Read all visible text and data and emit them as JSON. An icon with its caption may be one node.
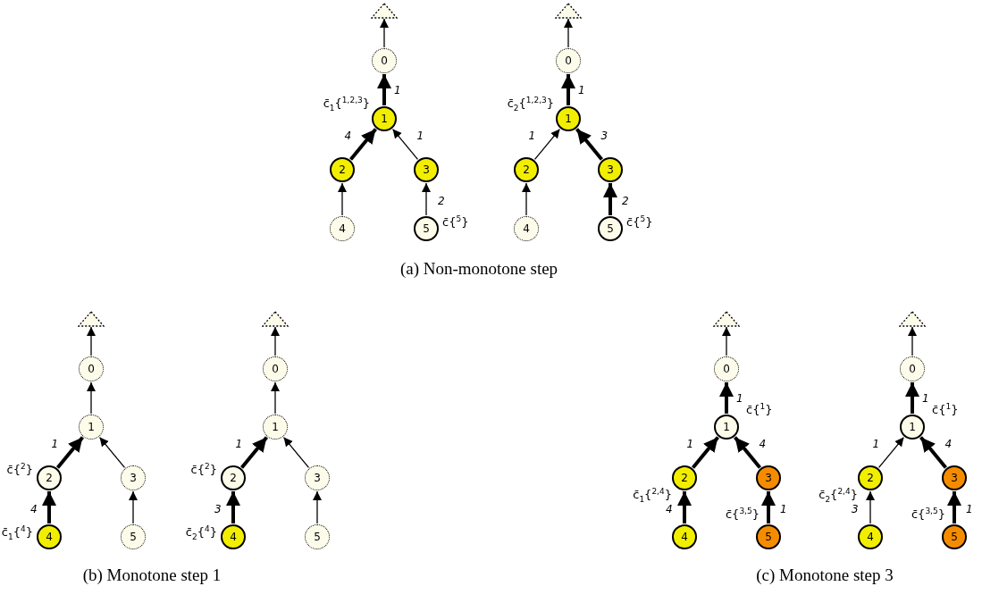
{
  "diagram": {
    "nodes": [
      {
        "text": [],
        "shape": "triangle"
      },
      {
        "text": [
          "0"
        ]
      },
      {
        "text": [
          "1"
        ],
        "beside": [
          "c̄$_{1}${$^{1,2,3}$}"
        ]
      },
      {
        "text": [
          "2"
        ]
      },
      {
        "text": [
          "3"
        ]
      },
      {
        "text": [
          "4"
        ]
      },
      {
        "text": [
          "5"
        ],
        "beside": [
          "c̄{$^{5}$}"
        ]
      },
      {
        "text": [],
        "shape": "triangle"
      },
      {
        "text": [
          "0"
        ]
      },
      {
        "text": [
          "1"
        ],
        "beside": [
          "c̄$_{2}${$^{1,2,3}$}"
        ]
      },
      {
        "text": [
          "2"
        ]
      },
      {
        "text": [
          "3"
        ]
      },
      {
        "text": [
          "4"
        ]
      },
      {
        "text": [
          "5"
        ],
        "beside": [
          "c̄{$^{5}$}"
        ]
      },
      {
        "text": [],
        "shape": "triangle"
      },
      {
        "text": [
          "0"
        ]
      },
      {
        "text": [
          "1"
        ]
      },
      {
        "text": [
          "2"
        ],
        "beside": [
          "c̄{$^{2}$}"
        ]
      },
      {
        "text": [
          "3"
        ]
      },
      {
        "text": [
          "4"
        ],
        "beside": [
          "c̄$_{1}${$^{4}$}"
        ]
      },
      {
        "text": [
          "5"
        ]
      },
      {
        "text": [],
        "shape": "triangle"
      },
      {
        "text": [
          "0"
        ]
      },
      {
        "text": [
          "1"
        ]
      },
      {
        "text": [
          "2"
        ],
        "beside": [
          "c̄{$^{2}$}"
        ]
      },
      {
        "text": [
          "3"
        ]
      },
      {
        "text": [
          "4"
        ],
        "beside": [
          "c̄$_{2}${$^{4}$}"
        ]
      },
      {
        "text": [
          "5"
        ]
      },
      {
        "text": [],
        "shape": "triangle"
      },
      {
        "text": [
          "0"
        ]
      },
      {
        "text": [
          "1"
        ],
        "beside": [
          "c̄{$^{1}$}"
        ]
      },
      {
        "text": [
          "2"
        ],
        "beside": [
          "c̄$_{1}${$^{2,4}$}"
        ]
      },
      {
        "text": [
          "3"
        ]
      },
      {
        "text": [
          "4"
        ]
      },
      {
        "text": [
          "5"
        ],
        "beside": [
          "c̄{$^{3,5}$}"
        ]
      },
      {
        "text": [],
        "shape": "triangle"
      },
      {
        "text": [
          "0"
        ]
      },
      {
        "text": [
          "1"
        ],
        "beside": [
          "c̄{$^{1}$}"
        ]
      },
      {
        "text": [
          "2"
        ],
        "beside": [
          "c̄$_{2}${$^{2,4}$}"
        ]
      },
      {
        "text": [
          "3"
        ]
      },
      {
        "text": [
          "4"
        ]
      },
      {
        "text": [
          "5"
        ],
        "beside": [
          "c̄{$^{3,5}$}"
        ]
      }
    ],
    "edges": [
      {
        "from": 1,
        "to": 0,
        "arrow": "to"
      },
      {
        "from": 2,
        "to": 1,
        "arrow": "to",
        "label": "1",
        "style": "thick"
      },
      {
        "from": 3,
        "to": 2,
        "arrow": "to",
        "label": "4",
        "style": "thick"
      },
      {
        "from": 4,
        "to": 2,
        "arrow": "to",
        "label": "1"
      },
      {
        "from": 5,
        "to": 3,
        "arrow": "to"
      },
      {
        "from": 6,
        "to": 4,
        "arrow": "to",
        "label": "2"
      },
      {
        "from": 8,
        "to": 7,
        "arrow": "to"
      },
      {
        "from": 9,
        "to": 8,
        "arrow": "to",
        "label": "1",
        "style": "thick"
      },
      {
        "from": 10,
        "to": 9,
        "arrow": "to",
        "label": "1"
      },
      {
        "from": 11,
        "to": 9,
        "arrow": "to",
        "label": "3",
        "style": "thick"
      },
      {
        "from": 12,
        "to": 10,
        "arrow": "to"
      },
      {
        "from": 13,
        "to": 11,
        "arrow": "to",
        "label": "2",
        "style": "thick"
      },
      {
        "from": 15,
        "to": 14,
        "arrow": "to"
      },
      {
        "from": 16,
        "to": 15,
        "arrow": "to"
      },
      {
        "from": 17,
        "to": 16,
        "arrow": "to",
        "label": "1",
        "style": "thick"
      },
      {
        "from": 18,
        "to": 16,
        "arrow": "to"
      },
      {
        "from": 19,
        "to": 17,
        "arrow": "to",
        "label": "4",
        "style": "thick"
      },
      {
        "from": 20,
        "to": 18,
        "arrow": "to"
      },
      {
        "from": 22,
        "to": 21,
        "arrow": "to"
      },
      {
        "from": 23,
        "to": 22,
        "arrow": "to"
      },
      {
        "from": 24,
        "to": 23,
        "arrow": "to",
        "label": "1",
        "style": "thick"
      },
      {
        "from": 25,
        "to": 23,
        "arrow": "to"
      },
      {
        "from": 26,
        "to": 24,
        "arrow": "to",
        "label": "3",
        "style": "thick"
      },
      {
        "from": 27,
        "to": 25,
        "arrow": "to"
      },
      {
        "from": 29,
        "to": 28,
        "arrow": "to"
      },
      {
        "from": 30,
        "to": 29,
        "arrow": "to",
        "label": "1",
        "style": "thick"
      },
      {
        "from": 31,
        "to": 30,
        "arrow": "to",
        "label": "1",
        "style": "thick"
      },
      {
        "from": 32,
        "to": 30,
        "arrow": "to",
        "label": "4",
        "style": "thick"
      },
      {
        "from": 33,
        "to": 31,
        "arrow": "to",
        "label": "4",
        "style": "thick"
      },
      {
        "from": 34,
        "to": 32,
        "arrow": "to",
        "label": "1",
        "style": "thick"
      },
      {
        "from": 36,
        "to": 35,
        "arrow": "to"
      },
      {
        "from": 37,
        "to": 36,
        "arrow": "to",
        "label": "1",
        "style": "thick"
      },
      {
        "from": 38,
        "to": 37,
        "arrow": "to",
        "label": "1"
      },
      {
        "from": 39,
        "to": 37,
        "arrow": "to",
        "label": "4",
        "style": "thick"
      },
      {
        "from": 40,
        "to": 38,
        "arrow": "to",
        "label": "3"
      },
      {
        "from": 41,
        "to": 39,
        "arrow": "to",
        "label": "1",
        "style": "thick"
      }
    ],
    "labels": [
      "(a)  Non-monotone step",
      "(b)  Monotone step 1",
      "(c)  Monotone step 3"
    ]
  }
}
